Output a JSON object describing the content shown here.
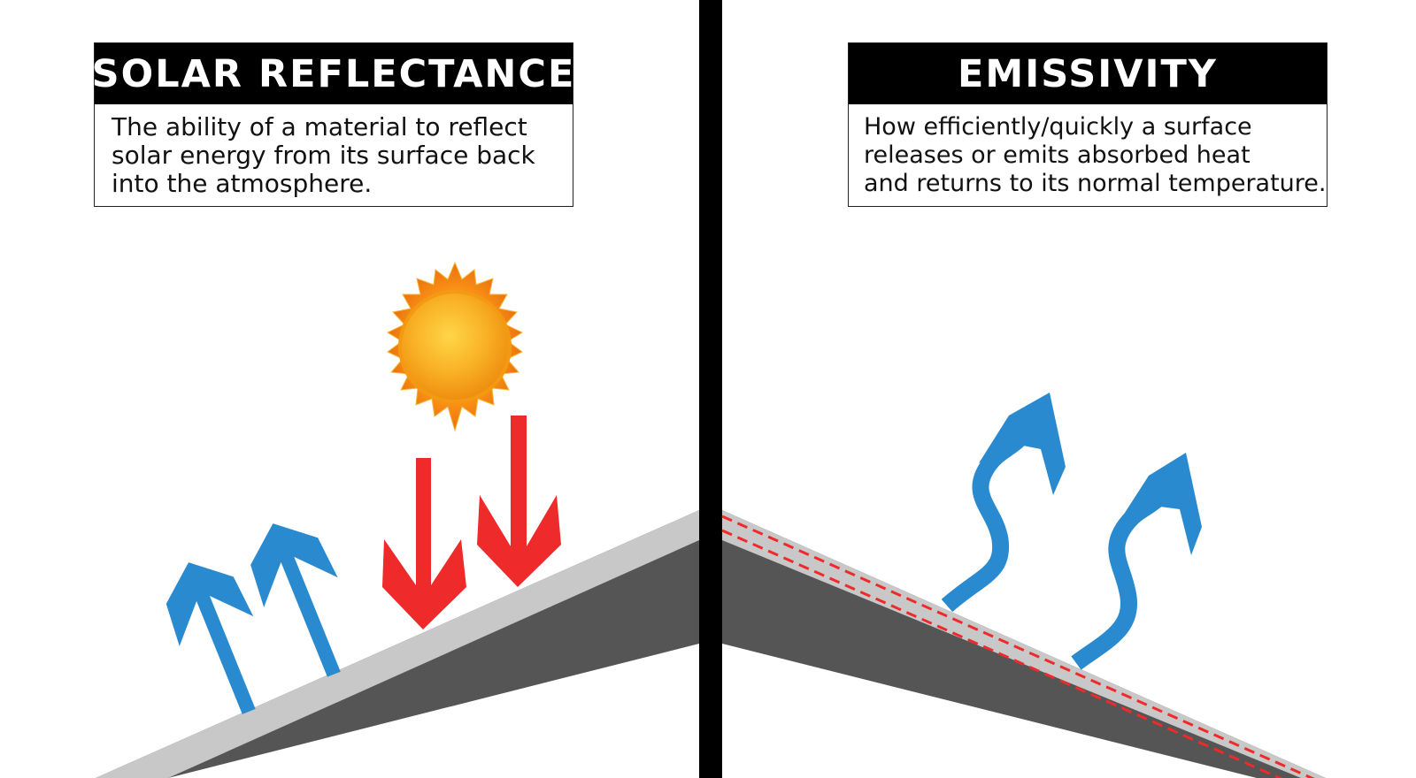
{
  "left_panel": {
    "title": "SOLAR REFLECTANCE",
    "description_lines": [
      "The ability of a material to reflect",
      "solar energy from its surface back",
      "into the atmosphere."
    ]
  },
  "right_panel": {
    "title": "EMISSIVITY",
    "description_lines": [
      "How efficiently/quickly a surface",
      "releases or emits absorbed heat",
      "and returns to its normal temperature."
    ]
  },
  "colors": {
    "title_bar": "#000000",
    "divider": "#000000",
    "roof_surface_coating": "#c8c8c8",
    "roof_body": "#555555",
    "reflected_arrow_blue": "#2a8ad0",
    "incoming_arrow_red": "#ee2a2a",
    "sun_core": "#f7a81b",
    "sun_rays": "#f08a12",
    "heat_dashes_red": "#ee2a2a"
  },
  "icons": {
    "sun": "sun-icon",
    "incoming": "down-arrow-icon",
    "reflected": "up-arrow-icon",
    "emitted": "wavy-up-arrow-icon"
  }
}
